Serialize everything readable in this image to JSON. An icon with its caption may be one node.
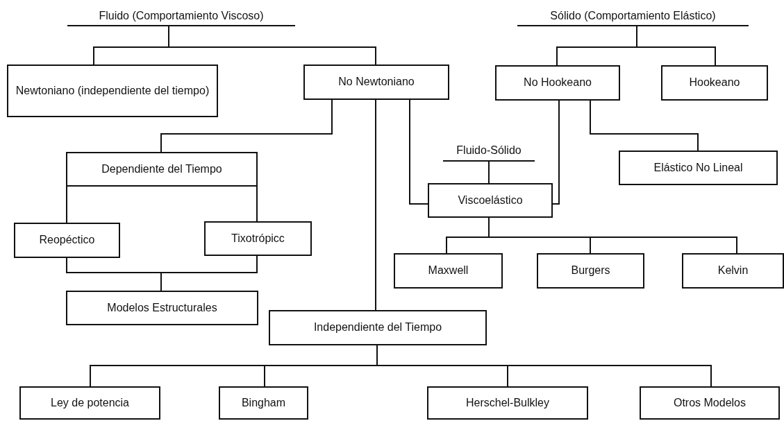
{
  "diagram": {
    "nodes": [
      {
        "text": [
          "Fluido (Comportamiento Viscoso)"
        ]
      },
      {
        "text": [
          "Sólido (Comportamiento Elástico)"
        ]
      },
      {
        "text": [
          "Newtoniano (independiente del tiempo)"
        ]
      },
      {
        "text": [
          "No Newtoniano"
        ]
      },
      {
        "text": [
          "No Hookeano"
        ]
      },
      {
        "text": [
          "Hookeano"
        ]
      },
      {
        "text": [
          "Dependiente del Tiempo"
        ]
      },
      {
        "text": [
          "Fluido-Sólido"
        ]
      },
      {
        "text": [
          "Elástico No Lineal"
        ]
      },
      {
        "text": [
          "Viscoelástico"
        ]
      },
      {
        "text": [
          "Reopéctico"
        ]
      },
      {
        "text": [
          "Tixotrópicc"
        ]
      },
      {
        "text": [
          "Maxwell"
        ]
      },
      {
        "text": [
          "Burgers"
        ]
      },
      {
        "text": [
          "Kelvin"
        ]
      },
      {
        "text": [
          "Modelos Estructurales"
        ]
      },
      {
        "text": [
          "Independiente del Tiempo"
        ]
      },
      {
        "text": [
          "Ley de potencia"
        ]
      },
      {
        "text": [
          "Bingham"
        ]
      },
      {
        "text": [
          "Herschel-Bulkley"
        ]
      },
      {
        "text": [
          "Otros Modelos"
        ]
      }
    ],
    "edges": [
      {
        "from": 0,
        "to": 2,
        "arrow": "none"
      },
      {
        "from": 0,
        "to": 3,
        "arrow": "none"
      },
      {
        "from": 1,
        "to": 4,
        "arrow": "none"
      },
      {
        "from": 1,
        "to": 5,
        "arrow": "none"
      },
      {
        "from": 3,
        "to": 6,
        "arrow": "none"
      },
      {
        "from": 3,
        "to": 16,
        "arrow": "none"
      },
      {
        "from": 3,
        "to": 9,
        "arrow": "none"
      },
      {
        "from": 4,
        "to": 9,
        "arrow": "none"
      },
      {
        "from": 4,
        "to": 8,
        "arrow": "none"
      },
      {
        "from": 7,
        "to": 9,
        "arrow": "none"
      },
      {
        "from": 6,
        "to": 10,
        "arrow": "none"
      },
      {
        "from": 6,
        "to": 11,
        "arrow": "none"
      },
      {
        "from": 10,
        "to": 15,
        "arrow": "none"
      },
      {
        "from": 11,
        "to": 15,
        "arrow": "none"
      },
      {
        "from": 9,
        "to": 12,
        "arrow": "none"
      },
      {
        "from": 9,
        "to": 13,
        "arrow": "none"
      },
      {
        "from": 9,
        "to": 14,
        "arrow": "none"
      },
      {
        "from": 16,
        "to": 17,
        "arrow": "none"
      },
      {
        "from": 16,
        "to": 18,
        "arrow": "none"
      },
      {
        "from": 16,
        "to": 19,
        "arrow": "none"
      },
      {
        "from": 16,
        "to": 20,
        "arrow": "none"
      }
    ]
  }
}
